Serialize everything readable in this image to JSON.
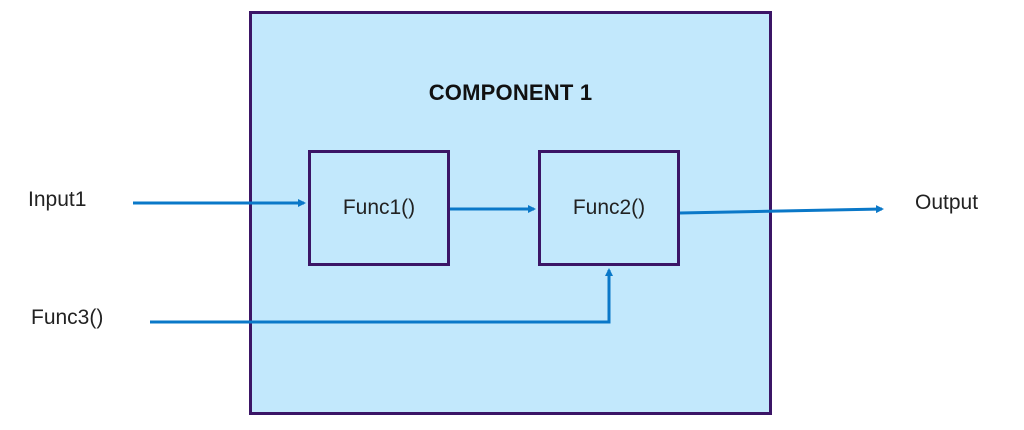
{
  "diagram": {
    "component": {
      "title": "COMPONENT 1",
      "fill_color": "#c2e8fc",
      "border_color": "#3b1566"
    },
    "functions": [
      {
        "id": "func1",
        "label": "Func1()"
      },
      {
        "id": "func2",
        "label": "Func2()"
      }
    ],
    "external": {
      "input1": "Input1",
      "func3": "Func3()",
      "output": "Output"
    },
    "connections": [
      {
        "from": "Input1",
        "to": "Func1()"
      },
      {
        "from": "Func1()",
        "to": "Func2()"
      },
      {
        "from": "Func3()",
        "to": "Func2()"
      },
      {
        "from": "Func2()",
        "to": "Output"
      }
    ],
    "arrow_color": "#0a78c8"
  }
}
